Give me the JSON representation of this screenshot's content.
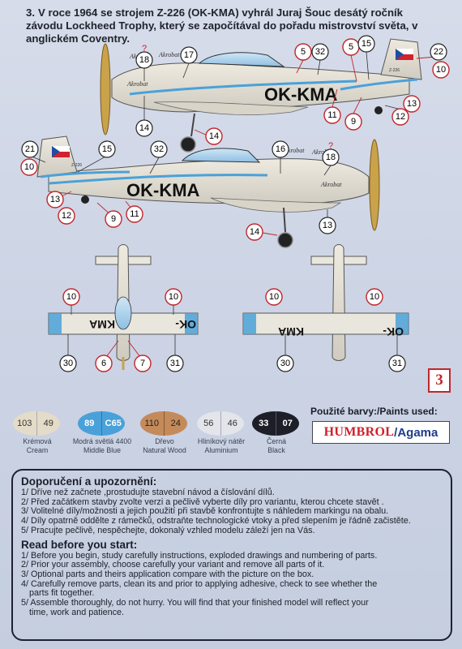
{
  "header": {
    "number": "3.",
    "text": "V roce 1964 se strojem Z-226 (OK-KMA) vyhrál Juraj Šouc desátý ročník závodu Lockheed Trophy, který se započítával do pořadu mistrovství světa, v anglickém Coventry."
  },
  "aircraft": {
    "registration": "OK-KMA",
    "registration_left": "OK-",
    "registration_right": "KMA",
    "akrobat": "Akrobat",
    "tail_code": "Z-226",
    "question": "?"
  },
  "callouts": {
    "top_plane": [
      "18",
      "17",
      "5",
      "32",
      "5",
      "15",
      "22",
      "10",
      "14",
      "14",
      "11",
      "9",
      "12",
      "13"
    ],
    "bottom_plane": [
      "21",
      "15",
      "32",
      "16",
      "18",
      "10",
      "13",
      "12",
      "9",
      "11",
      "14",
      "13"
    ],
    "underside": [
      "10",
      "10",
      "30",
      "6",
      "7",
      "31"
    ],
    "topside": [
      "10",
      "10",
      "30",
      "31"
    ]
  },
  "page_badge": "3",
  "paints": {
    "title": "Použité barvy:/Paints used:",
    "brand_humbrol": "HUMBROL",
    "brand_agama": "/Agama",
    "swatches": [
      {
        "code_a": "103",
        "code_b": "49",
        "cz": "Krémová",
        "en": "Cream",
        "color": "#e4dcc8"
      },
      {
        "code_a": "89",
        "code_b": "C65",
        "cz": "Modrá světlá 4400",
        "en": "Middle Blue",
        "color": "#4aa1d9"
      },
      {
        "code_a": "110",
        "code_b": "24",
        "cz": "Dřevo",
        "en": "Natural Wood",
        "color": "#c48a5a"
      },
      {
        "code_a": "56",
        "code_b": "46",
        "cz": "Hliníkový nátěr",
        "en": "Aluminium",
        "color": "#e2e5ea"
      },
      {
        "code_a": "33",
        "code_b": "07",
        "cz": "Černá",
        "en": "Black",
        "color": "#1c1f28"
      }
    ]
  },
  "notes": {
    "cz_title": "Doporučení a upozornění:",
    "cz_lines": [
      "1/ Dříve než začnete ,prostudujte stavební návod a číslování dílů.",
      "2/ Před začátkem stavby zvolte verzi a pečlivě vyberte díly pro variantu, kterou chcete stavět .",
      "3/ Volitelné díly/možnosti a jejich použití při stavbě konfrontujte s náhledem markingu na obalu.",
      "4/ Díly opatrně oddělte z rámečků, odstraňte technologické vtoky a před slepením je řádně začistěte.",
      "5/ Pracujte pečlivě, nespěchejte, dokonalý vzhled modelu záleží jen na Vás."
    ],
    "en_title": "Read before you start:",
    "en_lines": [
      "1/ Before you begin, study carefully instructions, exploded drawings and  numbering of parts.",
      "2/ Prior your assembly, choose carefully  your variant  and  remove all parts of it.",
      "3/ Optional parts and  theirs application compare with the picture on the box.",
      "4/ Carefully remove parts, clean its and  prior to applying adhesive, check to see whether the",
      "parts fit together.",
      "5/ Assemble thoroughly, do not hurry. You will find that your finished model will reflect your",
      "time, work and patience."
    ]
  }
}
